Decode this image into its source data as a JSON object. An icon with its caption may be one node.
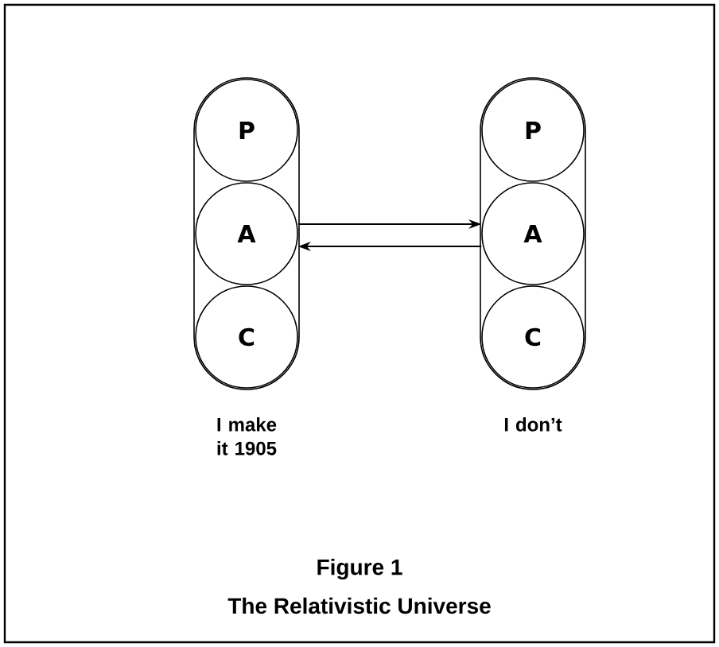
{
  "diagram": {
    "title": "Figure 1",
    "caption": "The Relativistic Universe",
    "nodes": [
      {
        "text": [],
        "shape": "box",
        "beside": [
          "I make it 1905"
        ]
      },
      {
        "text": [
          "P"
        ],
        "in": 0
      },
      {
        "text": [
          "A"
        ],
        "in": 0
      },
      {
        "text": [
          "C"
        ],
        "in": 0
      },
      {
        "text": [],
        "shape": "box",
        "beside": [
          "I don’t"
        ]
      },
      {
        "text": [
          "P"
        ],
        "in": 4
      },
      {
        "text": [
          "A"
        ],
        "in": 4
      },
      {
        "text": [
          "C"
        ],
        "in": 4
      }
    ],
    "edges": [
      {
        "from": 2,
        "to": 6,
        "arrow": "to"
      },
      {
        "from": 6,
        "to": 2,
        "arrow": "to"
      }
    ]
  }
}
